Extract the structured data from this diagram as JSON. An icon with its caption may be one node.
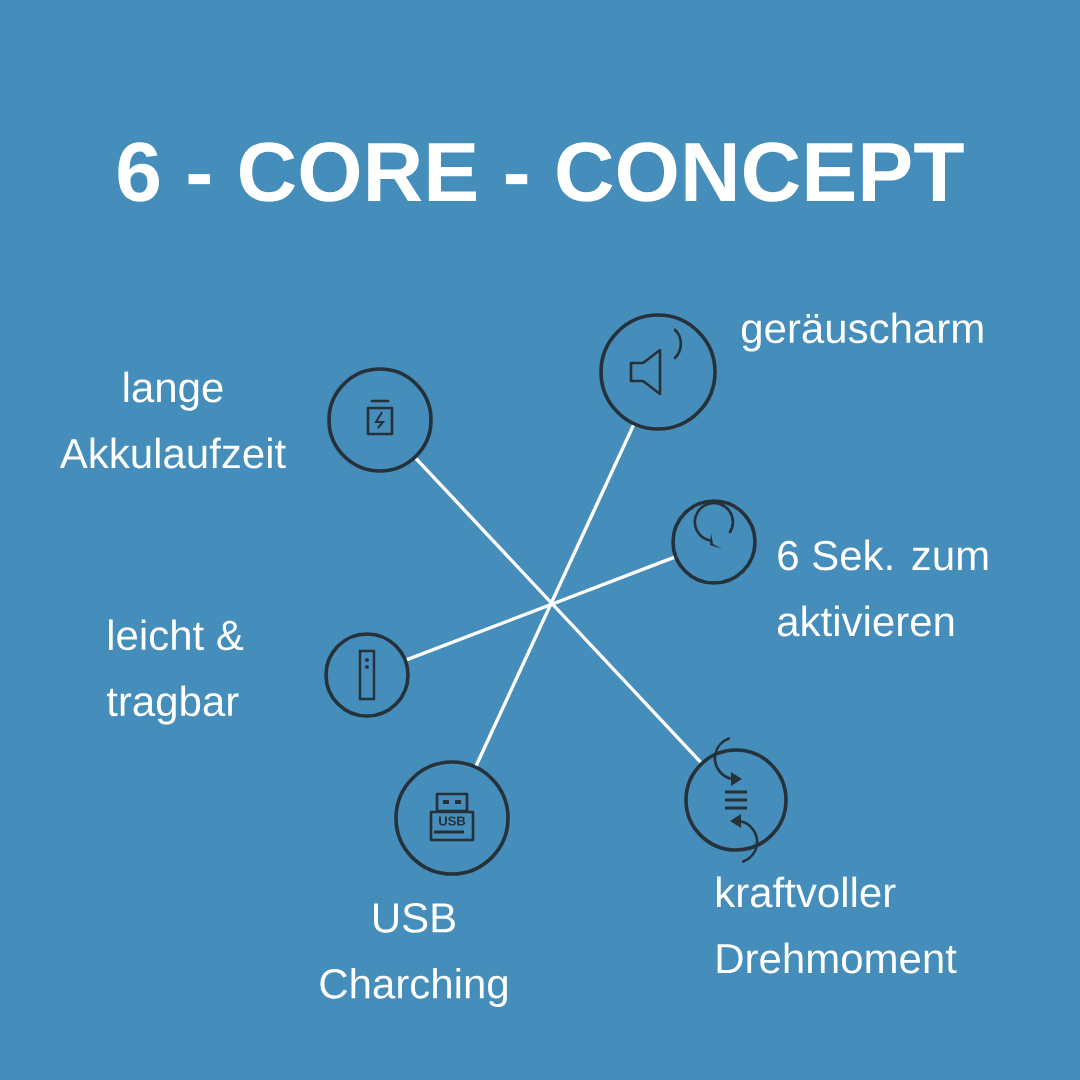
{
  "diagram": {
    "title": "6 - CORE - CONCEPT",
    "nodes": [
      {
        "text": [
          "lange Akkulaufzeit"
        ]
      },
      {
        "text": [
          "geräuscharm"
        ]
      },
      {
        "text": [
          "6 Sek. zum aktivieren"
        ]
      },
      {
        "text": [
          "leicht & tragbar"
        ]
      },
      {
        "text": [
          "USB Charching"
        ]
      },
      {
        "text": [
          "kraftvoller Drehmoment"
        ]
      }
    ],
    "edges": [
      {
        "from": 0,
        "to": 5,
        "arrow": "none"
      },
      {
        "from": 1,
        "to": 4,
        "arrow": "none"
      },
      {
        "from": 2,
        "to": 3,
        "arrow": "none"
      }
    ],
    "labels": [
      "USB"
    ]
  }
}
